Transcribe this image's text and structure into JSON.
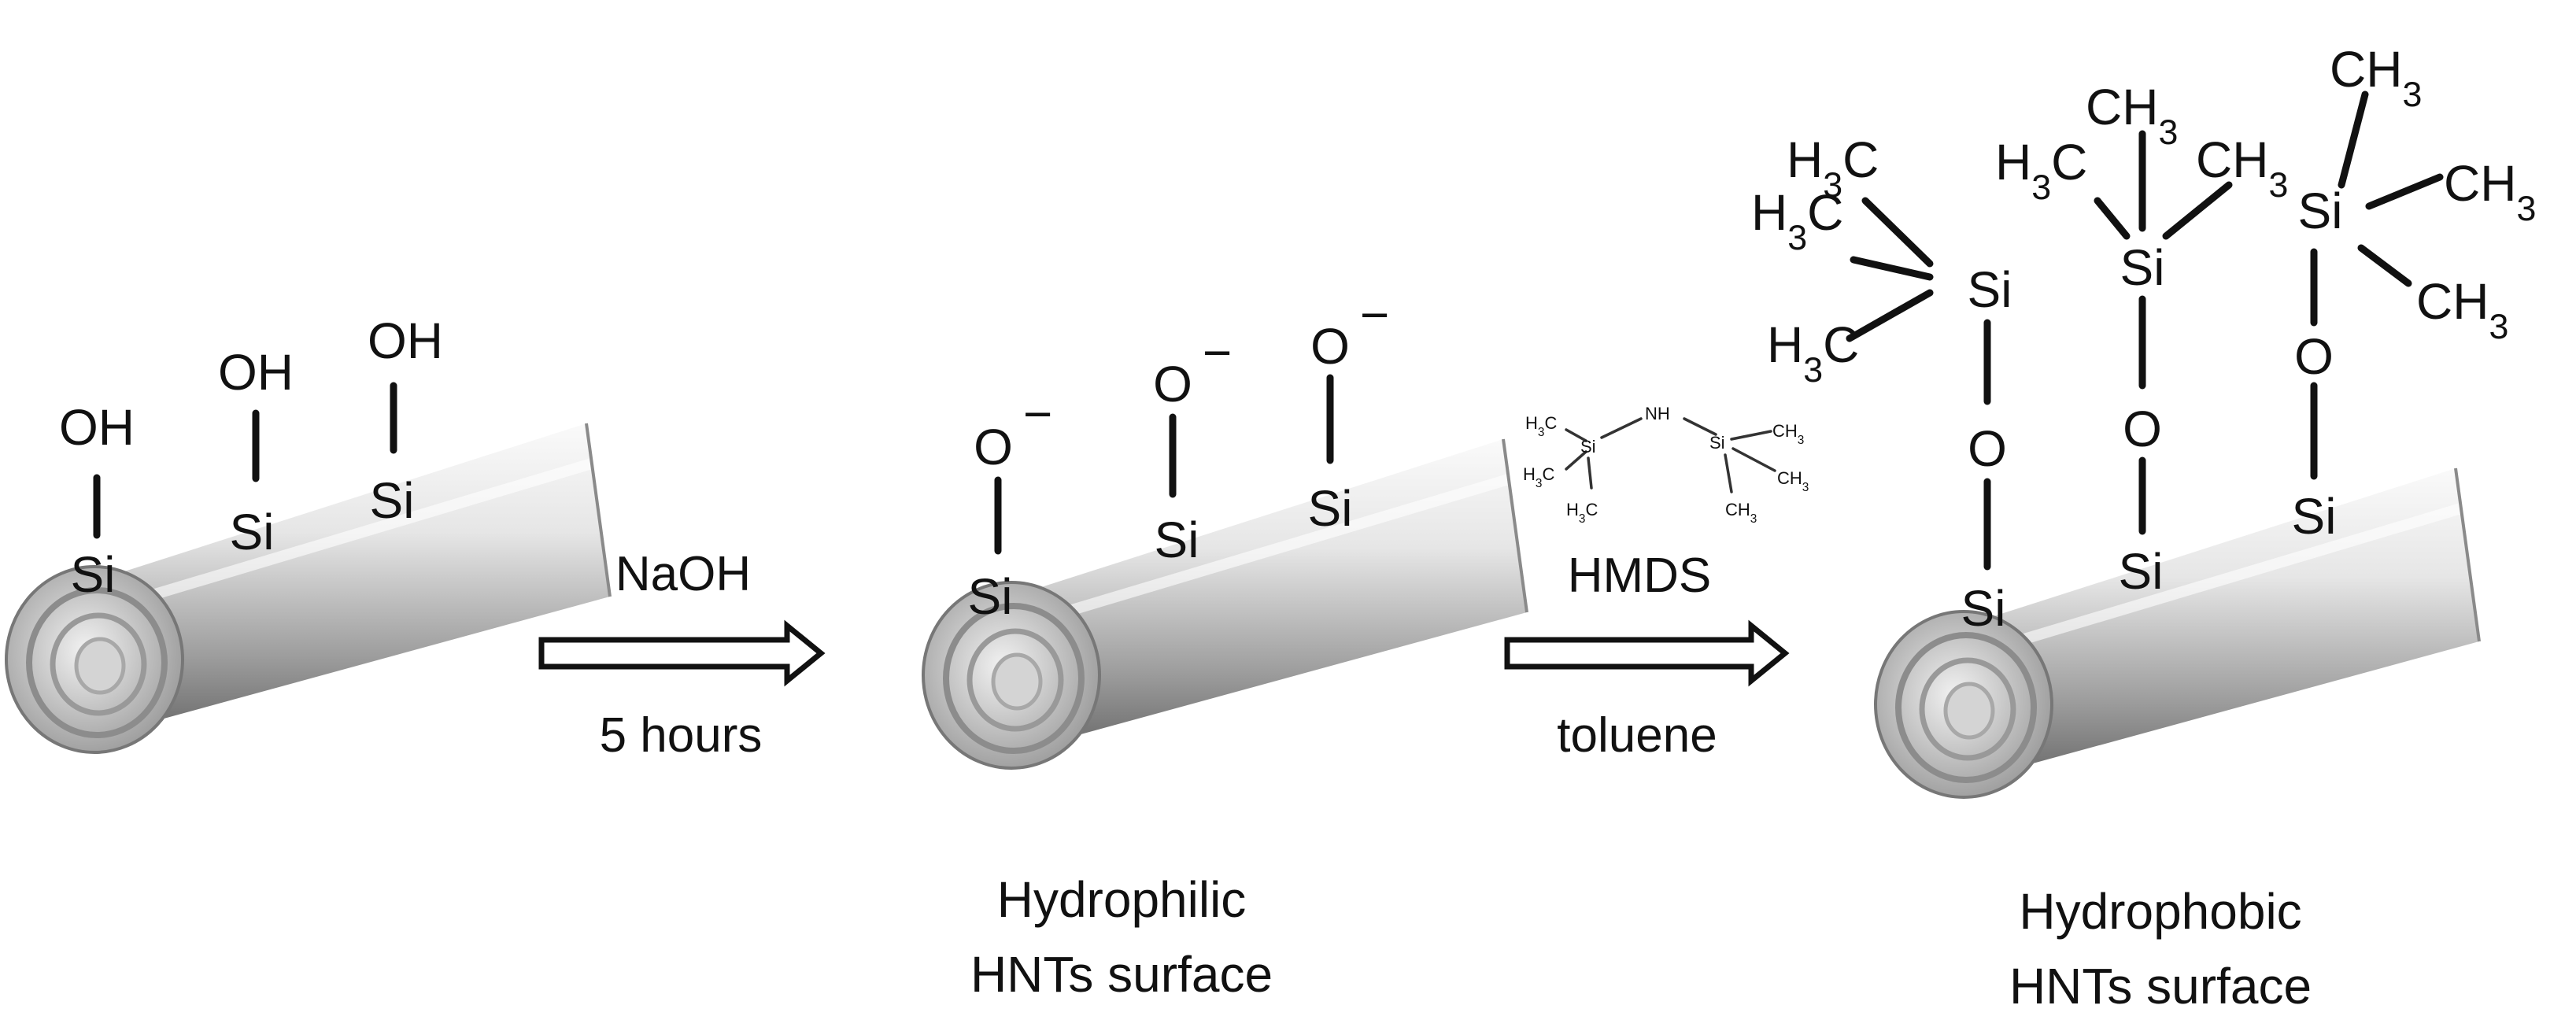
{
  "colors": {
    "ink": "#111111",
    "tube_light": "#e6e6e6",
    "tube_dark": "#6a6a6a",
    "background": "#ffffff"
  },
  "stage1": {
    "groups": [
      {
        "top": "OH",
        "base": "Si"
      },
      {
        "top": "OH",
        "base": "Si"
      },
      {
        "top": "OH",
        "base": "Si"
      }
    ]
  },
  "arrow1": {
    "above": "NaOH",
    "below": "5 hours"
  },
  "stage2": {
    "groups": [
      {
        "top": "O",
        "base": "Si"
      },
      {
        "top": "O",
        "base": "Si"
      },
      {
        "top": "O",
        "base": "Si"
      }
    ],
    "charge": "−",
    "caption": [
      "Hydrophilic",
      "HNTs surface"
    ]
  },
  "arrow2": {
    "above": "HMDS",
    "below": "toluene",
    "reagent": {
      "methyl": [
        "H3C",
        "H3C",
        "H3C",
        "CH3",
        "CH3",
        "CH3"
      ],
      "si": [
        "Si",
        "Si"
      ],
      "bridge": "NH"
    }
  },
  "stage3": {
    "groups": [
      {
        "si_top": "Si",
        "o": "O",
        "base": "Si",
        "methyls": [
          "H3C",
          "H3C",
          "H3C"
        ]
      },
      {
        "si_top": "Si",
        "o": "O",
        "base": "Si",
        "methyls": [
          "CH3",
          "H3C",
          "CH3"
        ]
      },
      {
        "si_top": "Si",
        "o": "O",
        "base": "Si",
        "methyls": [
          "CH3",
          "CH3",
          "CH3"
        ]
      }
    ],
    "caption": [
      "Hydrophobic",
      "HNTs surface"
    ]
  }
}
